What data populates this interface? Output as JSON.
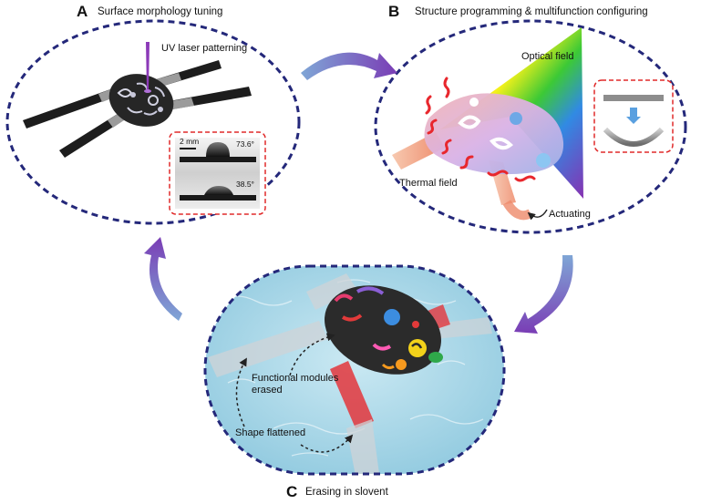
{
  "panels": {
    "a": {
      "letter": "A",
      "title": "Surface morphology tuning",
      "laser_label": "UV laser patterning",
      "scale_bar": "2 mm",
      "angle_top": "73.6°",
      "angle_bottom": "38.5°"
    },
    "b": {
      "letter": "B",
      "title": "Structure programming & multifunction configuring",
      "optical_label": "Optical field",
      "thermal_label": "Thermal field",
      "actuating_label": "Actuating"
    },
    "c": {
      "letter": "C",
      "title": "Erasing in slovent",
      "modules_label_line1": "Functional modules",
      "modules_label_line2": "erased",
      "shape_label": "Shape flattened"
    }
  },
  "colors": {
    "dash_border": "#24287a",
    "cycle_arrow_start": "#7b8fd0",
    "cycle_arrow_end": "#8a3fb8",
    "inset_border": "#e02a2a",
    "water": "#a9d7e8",
    "robot_body": "#2b2b2b",
    "heat_wave": "#e8272d"
  }
}
